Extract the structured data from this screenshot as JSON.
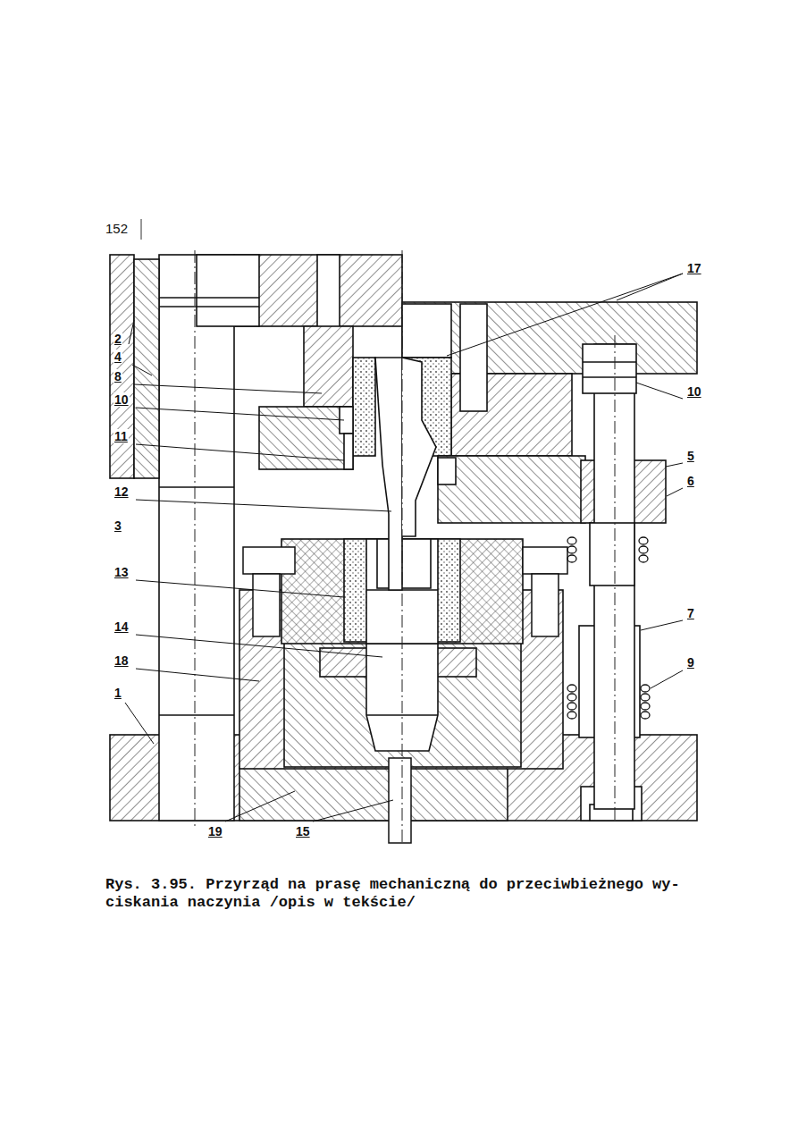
{
  "diagram": {
    "caption": "Rys. 3.95. Przyrząd na prasę mechaniczną do przeciwbieżnego wy- ciskania naczynia /opis w tekście/",
    "labels": [
      "152",
      "2",
      "4",
      "8",
      "10",
      "11",
      "12",
      "3",
      "13",
      "14",
      "18",
      "1",
      "19",
      "15",
      "17",
      "10",
      "5",
      "6",
      "7",
      "9"
    ]
  }
}
